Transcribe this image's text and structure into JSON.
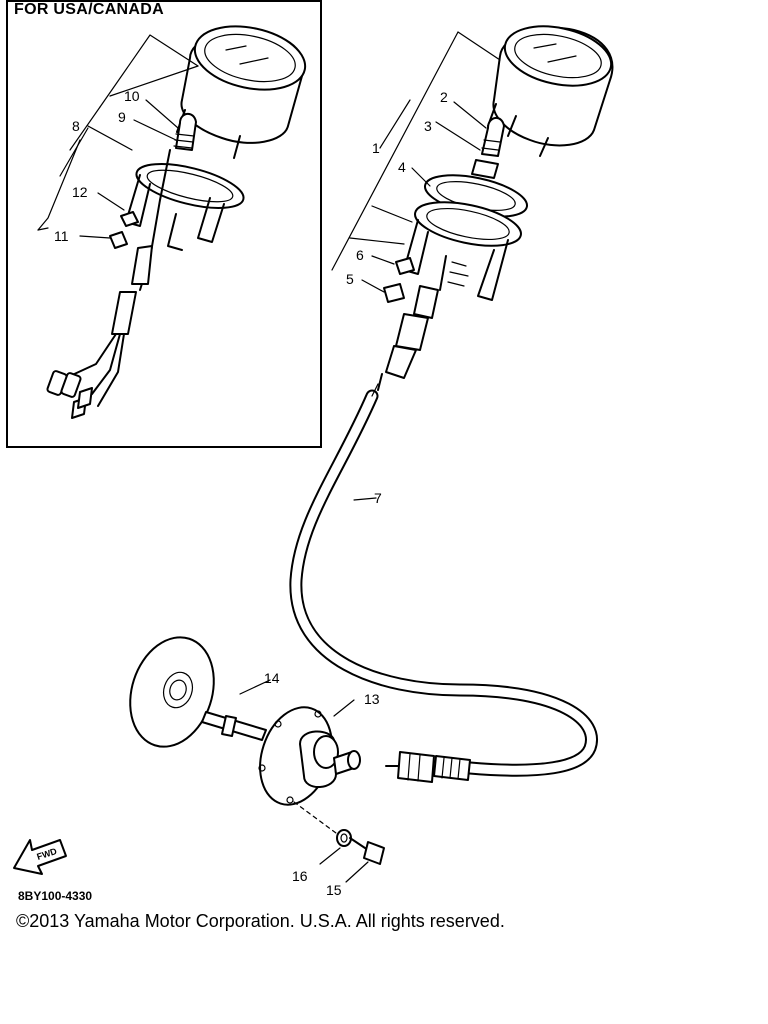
{
  "inset": {
    "title": "FOR USA/CANADA"
  },
  "labels": [
    "1",
    "2",
    "3",
    "4",
    "5",
    "6",
    "7",
    "8",
    "9",
    "10",
    "11",
    "12",
    "13",
    "14",
    "15",
    "16"
  ],
  "fwd_arrow": {
    "text": "FWD"
  },
  "part_code": "8BY100-4330",
  "copyright": "©2013 Yamaha Motor Corporation. U.S.A. All rights reserved."
}
